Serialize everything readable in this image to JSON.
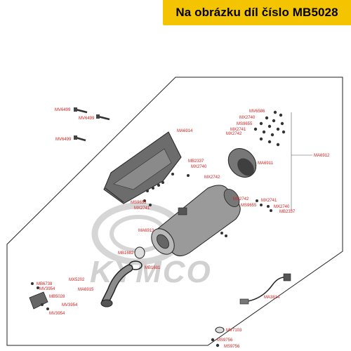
{
  "banner": {
    "title": "Na obrázku díl číslo MB5028"
  },
  "watermark": {
    "text": "KYMCO"
  },
  "colors": {
    "banner_bg": "#f5c400",
    "label_red": "#d42020",
    "frame": "#222222",
    "watermark": "#c9c9c9"
  },
  "parts": [
    "MV6499",
    "MV6499",
    "MV6499",
    "MA6914",
    "MV6586",
    "MX2740",
    "MS9655",
    "MX2741",
    "MX2742",
    "MA6911",
    "MA6912",
    "MB2337",
    "MX2740",
    "MX2742",
    "MS9655",
    "MX2741",
    "MX2742",
    "MX2741",
    "MS9655",
    "MX2740",
    "MB2337",
    "MA6913",
    "MB1682",
    "MB1681",
    "MX5202",
    "MA6915",
    "MB6738",
    "MV3954",
    "MB5028",
    "MV3954",
    "MV3954",
    "MA3814",
    "MV7103",
    "MS9756",
    "MS9756"
  ]
}
